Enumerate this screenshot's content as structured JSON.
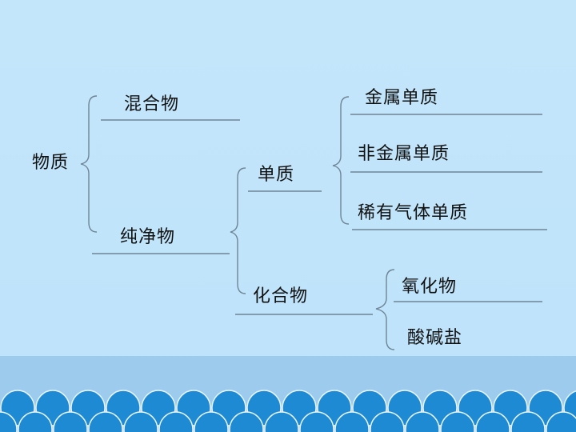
{
  "root": "物质",
  "branches": {
    "mixture": "混合物",
    "pure": "纯净物",
    "element": "单质",
    "compound": "化合物",
    "metal": "金属单质",
    "nonmetal": "非金属单质",
    "noble_gas": "稀有气体单质",
    "oxide": "氧化物",
    "acid_base_salt": "酸碱盐"
  },
  "colors": {
    "background": "#c4e6fb",
    "line": "#6e8596",
    "footer": "#9ccbee",
    "wave": "#1d8ad3"
  }
}
